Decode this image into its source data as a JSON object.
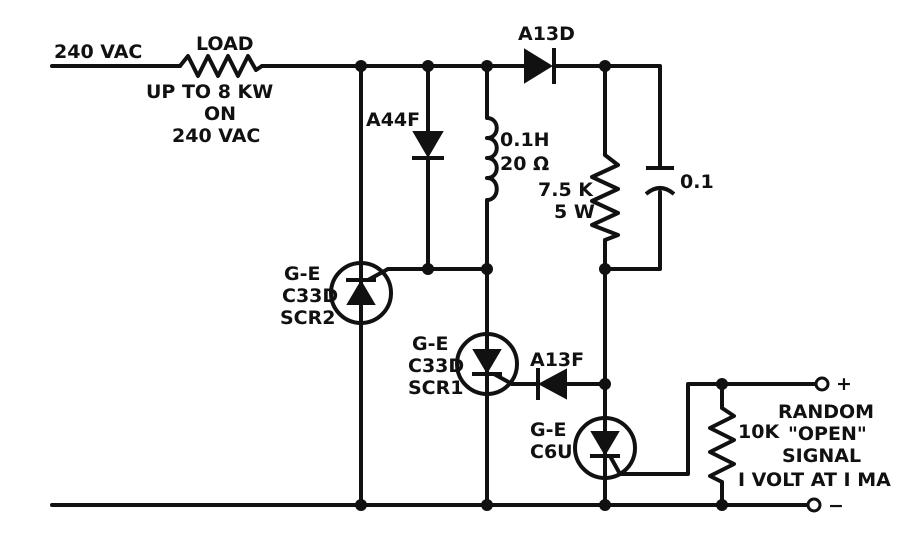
{
  "supply": {
    "label": "240 VAC"
  },
  "load": {
    "name": "LOAD",
    "rating_line1": "UP  TO  8  KW",
    "rating_line2": "ON",
    "rating_line3": "240  VAC"
  },
  "diode_a44f": {
    "label": "A44F"
  },
  "diode_a13d": {
    "label": "A13D"
  },
  "inductor": {
    "value_line1": "0.1H",
    "value_line2": "20 Ω"
  },
  "resistor_7k5": {
    "value_line1": "7.5 K",
    "value_line2": "5 W"
  },
  "capacitor": {
    "value": "0.1"
  },
  "scr2": {
    "maker": "G-E",
    "part": "C33D",
    "ref": "SCR2"
  },
  "scr1": {
    "maker": "G-E",
    "part": "C33D",
    "ref": "SCR1"
  },
  "diode_a13f": {
    "label": "A13F"
  },
  "scr_c6u": {
    "maker": "G-E",
    "part": "C6U"
  },
  "resistor_10k": {
    "value": "10K"
  },
  "input": {
    "plus": "+",
    "minus": "−",
    "line1": "RANDOM",
    "line2": "\"OPEN\"",
    "line3": "SIGNAL",
    "line4": "I VOLT AT I MA"
  },
  "colors": {
    "ink": "#111111",
    "paper": "#ffffff"
  }
}
